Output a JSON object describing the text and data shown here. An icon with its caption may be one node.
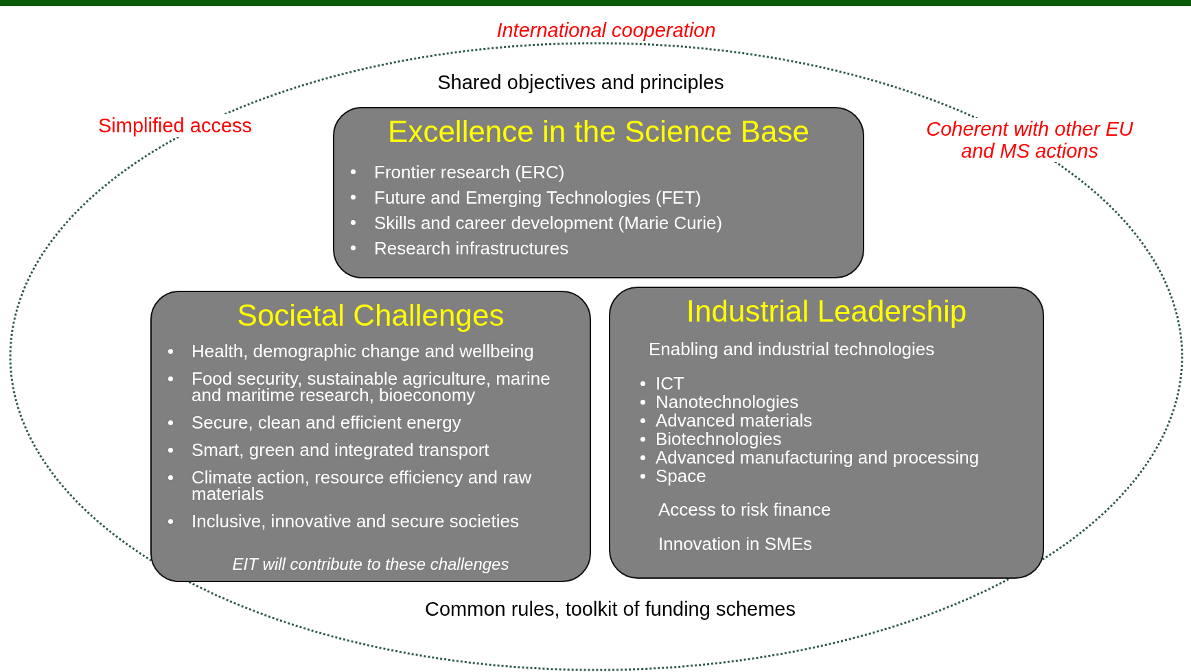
{
  "diagram": {
    "nodes": [
      {
        "text": [
          "Shared objectives and principles",
          "Common rules, toolkit of funding schemes"
        ]
      },
      {
        "text": [
          "Excellence in the Science Base",
          "Frontier research (ERC)",
          "Future and Emerging Technologies (FET)",
          "Skills and career development (Marie Curie)",
          "Research infrastructures"
        ],
        "in": 0
      },
      {
        "text": [
          "Societal Challenges",
          "Health, demographic change and wellbeing",
          "Food security, sustainable agriculture, marine  and maritime research, bioeconomy",
          "Secure, clean and efficient energy",
          "Smart, green and integrated transport",
          "Climate action, resource efficiency and raw materials",
          "Inclusive, innovative and secure societies",
          "EIT will contribute to these challenges"
        ],
        "in": 0
      },
      {
        "text": [
          "Industrial Leadership",
          "Enabling and industrial technologies",
          "ICT",
          "Nanotechnologies",
          "Advanced materials",
          "Biotechnologies",
          "Advanced manufacturing and processing",
          "Space",
          "Access to risk finance",
          "Innovation in SMEs"
        ],
        "in": 0
      }
    ],
    "labels": [
      "International cooperation",
      "Simplified access",
      "Coherent with other EU and  MS actions"
    ]
  }
}
